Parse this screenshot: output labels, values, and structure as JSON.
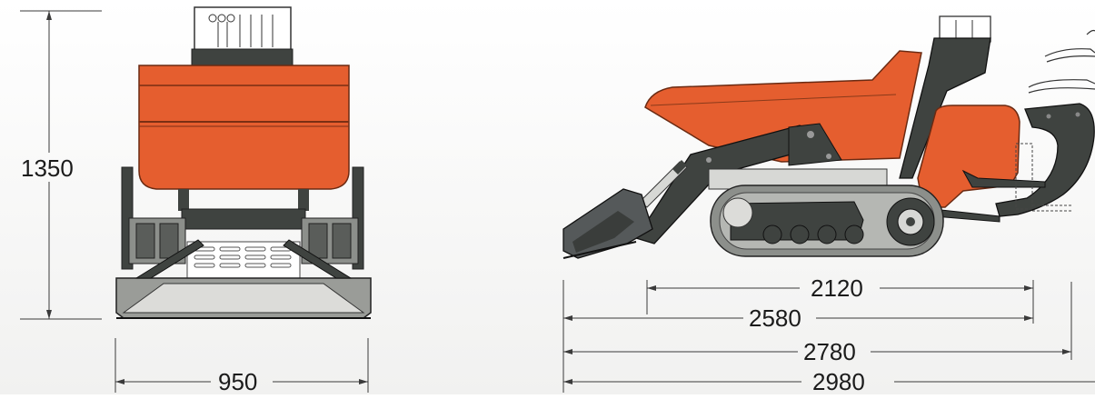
{
  "diagram": {
    "views": [
      {
        "name": "front-view"
      },
      {
        "name": "side-view"
      }
    ],
    "dimensions": {
      "front_height": "1350",
      "front_width": "950",
      "side_track_length": "2120",
      "side_length_a": "2580",
      "side_length_b": "2780",
      "side_length_total": "2980"
    },
    "colors": {
      "body_orange": "#e55e2f",
      "dark_steel": "#3f4340",
      "grey_steel": "#8c8f8b",
      "light_grey": "#d7d8d5",
      "dimension_line": "#3a3a3a"
    }
  }
}
